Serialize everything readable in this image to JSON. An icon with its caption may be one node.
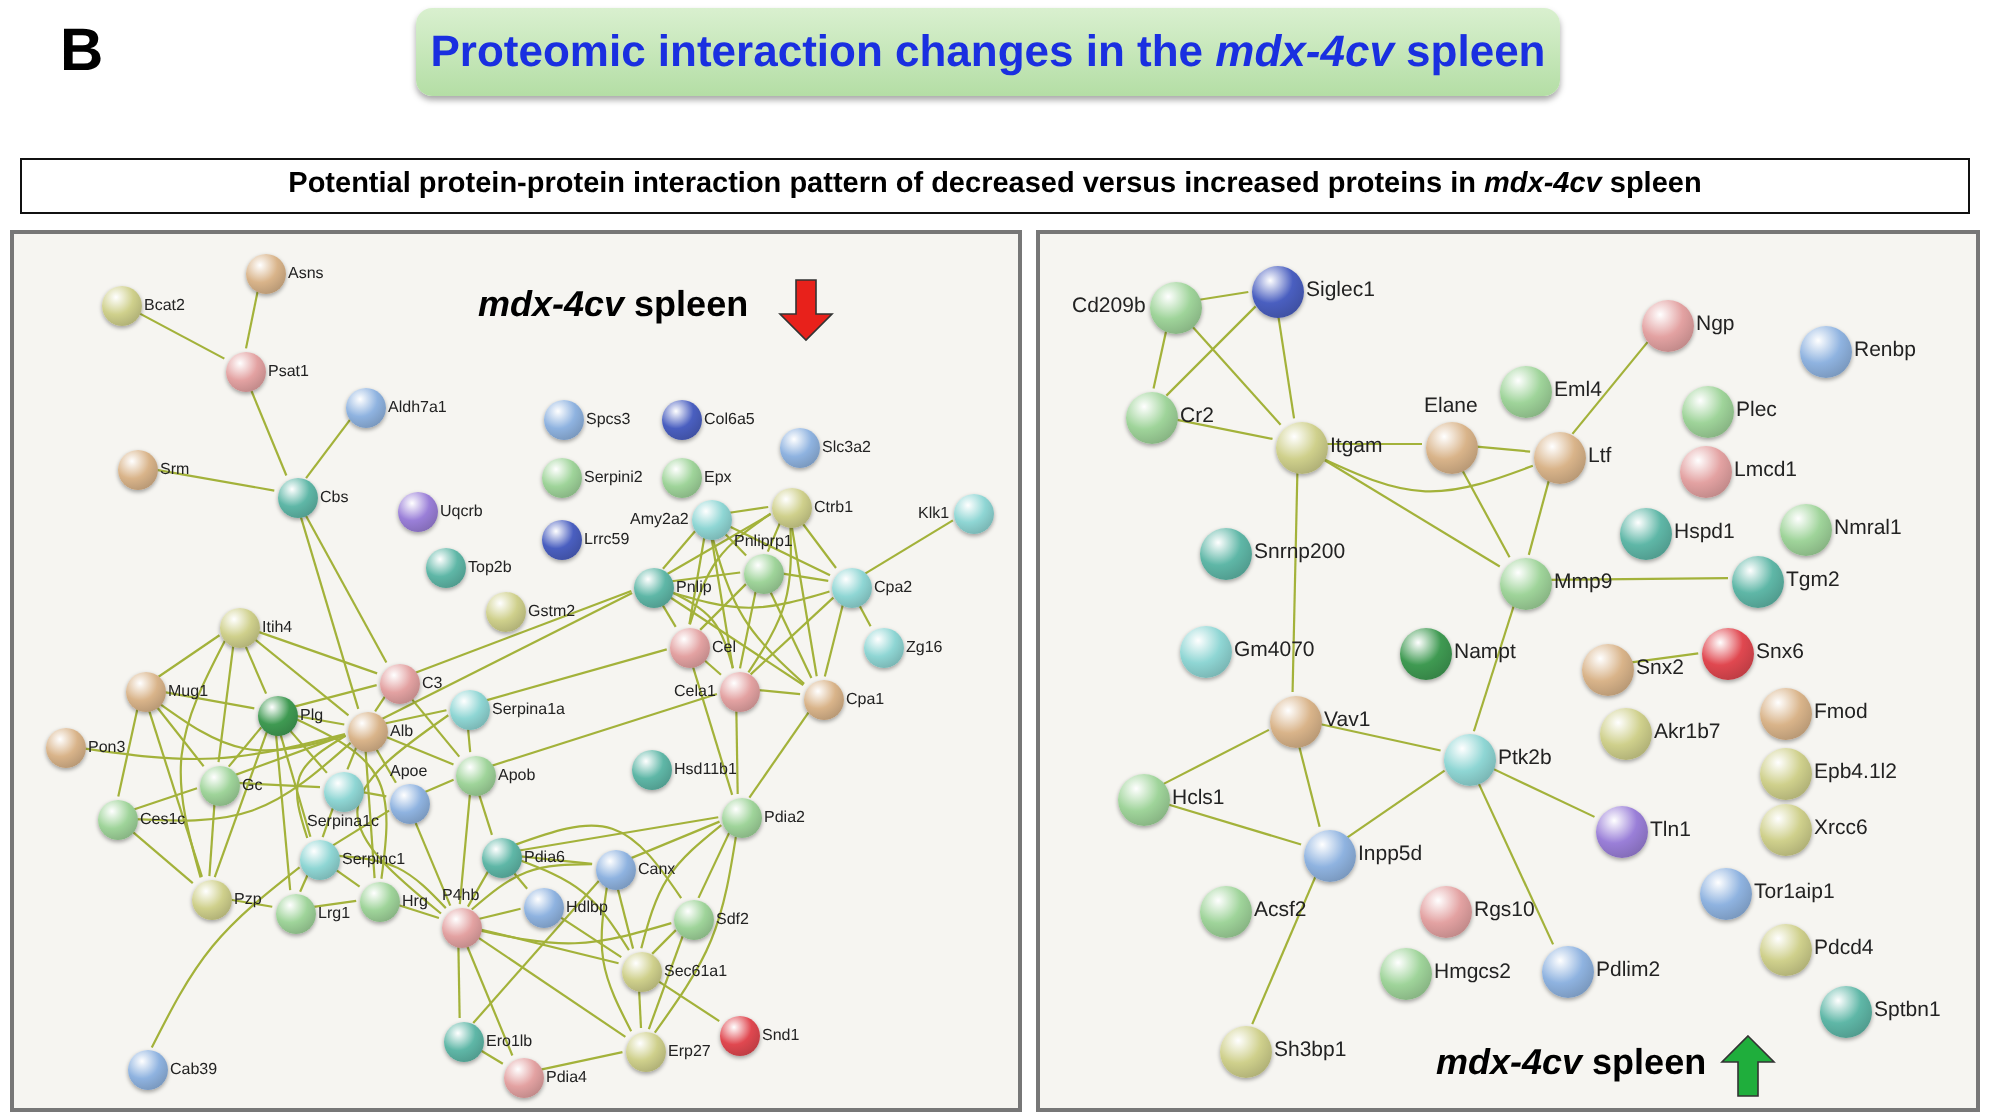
{
  "diagram": {
    "title": "Proteomic interaction changes in the *mdx-4cv* spleen",
    "nodes": [
      {
        "text": [
          "Potential protein-protein interaction pattern of decreased versus increased proteins in *mdx-4cv* spleen"
        ]
      },
      {
        "text": [
          "*mdx-4cv* spleen"
        ]
      },
      {
        "text": [
          "Bcat2"
        ],
        "in": 1
      },
      {
        "text": [
          "Asns"
        ],
        "in": 1
      },
      {
        "text": [
          "Psat1"
        ],
        "in": 1
      },
      {
        "text": [
          "Aldh7a1"
        ],
        "in": 1
      },
      {
        "text": [
          "Srm"
        ],
        "in": 1
      },
      {
        "text": [
          "Cbs"
        ],
        "in": 1
      },
      {
        "text": [
          "Uqcrb"
        ],
        "in": 1
      },
      {
        "text": [
          "Top2b"
        ],
        "in": 1
      },
      {
        "text": [
          "Spcs3"
        ],
        "in": 1
      },
      {
        "text": [
          "Col6a5"
        ],
        "in": 1
      },
      {
        "text": [
          "Serpini2"
        ],
        "in": 1
      },
      {
        "text": [
          "Epx"
        ],
        "in": 1
      },
      {
        "text": [
          "Slc3a2"
        ],
        "in": 1
      },
      {
        "text": [
          "Lrrc59"
        ],
        "in": 1
      },
      {
        "text": [
          "Amy2a2"
        ],
        "in": 1
      },
      {
        "text": [
          "Ctrb1"
        ],
        "in": 1
      },
      {
        "text": [
          "Klk1"
        ],
        "in": 1
      },
      {
        "text": [
          "Pnlip"
        ],
        "in": 1
      },
      {
        "text": [
          "Pnliprp1"
        ],
        "in": 1
      },
      {
        "text": [
          "Cpa2"
        ],
        "in": 1
      },
      {
        "text": [
          "Gstm2"
        ],
        "in": 1
      },
      {
        "text": [
          "Itih4"
        ],
        "in": 1
      },
      {
        "text": [
          "Zg16"
        ],
        "in": 1
      },
      {
        "text": [
          "Cel"
        ],
        "in": 1
      },
      {
        "text": [
          "Cela1"
        ],
        "in": 1
      },
      {
        "text": [
          "Cpa1"
        ],
        "in": 1
      },
      {
        "text": [
          "C3"
        ],
        "in": 1
      },
      {
        "text": [
          "Mug1"
        ],
        "in": 1
      },
      {
        "text": [
          "Plg"
        ],
        "in": 1
      },
      {
        "text": [
          "Alb"
        ],
        "in": 1
      },
      {
        "text": [
          "Serpina1a"
        ],
        "in": 1
      },
      {
        "text": [
          "Pon3"
        ],
        "in": 1
      },
      {
        "text": [
          "Apob"
        ],
        "in": 1
      },
      {
        "text": [
          "Gc"
        ],
        "in": 1
      },
      {
        "text": [
          "Hsd11b1"
        ],
        "in": 1
      },
      {
        "text": [
          "Serpina1c"
        ],
        "in": 1
      },
      {
        "text": [
          "Apoe"
        ],
        "in": 1
      },
      {
        "text": [
          "Ces1c"
        ],
        "in": 1
      },
      {
        "text": [
          "Pdia2"
        ],
        "in": 1
      },
      {
        "text": [
          "Serpinc1"
        ],
        "in": 1
      },
      {
        "text": [
          "Pdia6"
        ],
        "in": 1
      },
      {
        "text": [
          "Canx"
        ],
        "in": 1
      },
      {
        "text": [
          "Pzp"
        ],
        "in": 1
      },
      {
        "text": [
          "Lrg1"
        ],
        "in": 1
      },
      {
        "text": [
          "Hrg"
        ],
        "in": 1
      },
      {
        "text": [
          "Hdlbp"
        ],
        "in": 1
      },
      {
        "text": [
          "P4hb"
        ],
        "in": 1
      },
      {
        "text": [
          "Sdf2"
        ],
        "in": 1
      },
      {
        "text": [
          "Sec61a1"
        ],
        "in": 1
      },
      {
        "text": [
          "Snd1"
        ],
        "in": 1
      },
      {
        "text": [
          "Ero1lb"
        ],
        "in": 1
      },
      {
        "text": [
          "Erp27"
        ],
        "in": 1
      },
      {
        "text": [
          "Cab39"
        ],
        "in": 1
      },
      {
        "text": [
          "Pdia4"
        ],
        "in": 1
      },
      {
        "text": [
          "*mdx-4cv* spleen"
        ]
      },
      {
        "text": [
          "Cd209b"
        ],
        "in": 56
      },
      {
        "text": [
          "Siglec1"
        ],
        "in": 56
      },
      {
        "text": [
          "Cr2"
        ],
        "in": 56
      },
      {
        "text": [
          "Itgam"
        ],
        "in": 56
      },
      {
        "text": [
          "Elane"
        ],
        "in": 56
      },
      {
        "text": [
          "Eml4"
        ],
        "in": 56
      },
      {
        "text": [
          "Ltf"
        ],
        "in": 56
      },
      {
        "text": [
          "Ngp"
        ],
        "in": 56
      },
      {
        "text": [
          "Renbp"
        ],
        "in": 56
      },
      {
        "text": [
          "Plec"
        ],
        "in": 56
      },
      {
        "text": [
          "Lmcd1"
        ],
        "in": 56
      },
      {
        "text": [
          "Hspd1"
        ],
        "in": 56
      },
      {
        "text": [
          "Nmral1"
        ],
        "in": 56
      },
      {
        "text": [
          "Tgm2"
        ],
        "in": 56
      },
      {
        "text": [
          "Mmp9"
        ],
        "in": 56
      },
      {
        "text": [
          "Snrnp200"
        ],
        "in": 56
      },
      {
        "text": [
          "Gm4070"
        ],
        "in": 56
      },
      {
        "text": [
          "Nampt"
        ],
        "in": 56
      },
      {
        "text": [
          "Vav1"
        ],
        "in": 56
      },
      {
        "text": [
          "Ptk2b"
        ],
        "in": 56
      },
      {
        "text": [
          "Snx2"
        ],
        "in": 56
      },
      {
        "text": [
          "Snx6"
        ],
        "in": 56
      },
      {
        "text": [
          "Akr1b7"
        ],
        "in": 56
      },
      {
        "text": [
          "Fmod"
        ],
        "in": 56
      },
      {
        "text": [
          "Epb4.1l2"
        ],
        "in": 56
      },
      {
        "text": [
          "Xrcc6"
        ],
        "in": 56
      },
      {
        "text": [
          "Tor1aip1"
        ],
        "in": 56
      },
      {
        "text": [
          "Tln1"
        ],
        "in": 56
      },
      {
        "text": [
          "Hcls1"
        ],
        "in": 56
      },
      {
        "text": [
          "Inpp5d"
        ],
        "in": 56
      },
      {
        "text": [
          "Acsf2"
        ],
        "in": 56
      },
      {
        "text": [
          "Rgs10"
        ],
        "in": 56
      },
      {
        "text": [
          "Hmgcs2"
        ],
        "in": 56
      },
      {
        "text": [
          "Pdlim2"
        ],
        "in": 56
      },
      {
        "text": [
          "Pdcd4"
        ],
        "in": 56
      },
      {
        "text": [
          "Sptbn1"
        ],
        "in": 56
      },
      {
        "text": [
          "Sh3bp1"
        ],
        "in": 56
      }
    ],
    "edges": [
      {
        "from": 2,
        "to": 4,
        "arrow": "none"
      },
      {
        "from": 3,
        "to": 4,
        "arrow": "none"
      },
      {
        "from": 4,
        "to": 7,
        "arrow": "none"
      },
      {
        "from": 5,
        "to": 7,
        "arrow": "none"
      },
      {
        "from": 6,
        "to": 7,
        "arrow": "none"
      },
      {
        "from": 7,
        "to": 31,
        "arrow": "none"
      },
      {
        "from": 7,
        "to": 28,
        "arrow": "none"
      },
      {
        "from": 16,
        "to": 17,
        "arrow": "none"
      },
      {
        "from": 16,
        "to": 19,
        "arrow": "none"
      },
      {
        "from": 16,
        "to": 20,
        "arrow": "none"
      },
      {
        "from": 16,
        "to": 21,
        "arrow": "none"
      },
      {
        "from": 16,
        "to": 25,
        "arrow": "none"
      },
      {
        "from": 16,
        "to": 26,
        "arrow": "none"
      },
      {
        "from": 16,
        "to": 27,
        "arrow": "none"
      },
      {
        "from": 17,
        "to": 19,
        "arrow": "none"
      },
      {
        "from": 17,
        "to": 20,
        "arrow": "none"
      },
      {
        "from": 17,
        "to": 21,
        "arrow": "none"
      },
      {
        "from": 17,
        "to": 25,
        "arrow": "none"
      },
      {
        "from": 17,
        "to": 26,
        "arrow": "none"
      },
      {
        "from": 17,
        "to": 27,
        "arrow": "none"
      },
      {
        "from": 19,
        "to": 20,
        "arrow": "none"
      },
      {
        "from": 19,
        "to": 21,
        "arrow": "none"
      },
      {
        "from": 19,
        "to": 25,
        "arrow": "none"
      },
      {
        "from": 19,
        "to": 26,
        "arrow": "none"
      },
      {
        "from": 19,
        "to": 27,
        "arrow": "none"
      },
      {
        "from": 20,
        "to": 21,
        "arrow": "none"
      },
      {
        "from": 20,
        "to": 25,
        "arrow": "none"
      },
      {
        "from": 20,
        "to": 26,
        "arrow": "none"
      },
      {
        "from": 20,
        "to": 27,
        "arrow": "none"
      },
      {
        "from": 21,
        "to": 24,
        "arrow": "none"
      },
      {
        "from": 21,
        "to": 26,
        "arrow": "none"
      },
      {
        "from": 21,
        "to": 27,
        "arrow": "none"
      },
      {
        "from": 18,
        "to": 21,
        "arrow": "none"
      },
      {
        "from": 25,
        "to": 26,
        "arrow": "none"
      },
      {
        "from": 26,
        "to": 27,
        "arrow": "none"
      },
      {
        "from": 19,
        "to": 31,
        "arrow": "none"
      },
      {
        "from": 19,
        "to": 28,
        "arrow": "none"
      },
      {
        "from": 25,
        "to": 32,
        "arrow": "none"
      },
      {
        "from": 26,
        "to": 34,
        "arrow": "none"
      },
      {
        "from": 25,
        "to": 40,
        "arrow": "none"
      },
      {
        "from": 26,
        "to": 40,
        "arrow": "none"
      },
      {
        "from": 27,
        "to": 40,
        "arrow": "none"
      },
      {
        "from": 40,
        "to": 42,
        "arrow": "none"
      },
      {
        "from": 40,
        "to": 43,
        "arrow": "none"
      },
      {
        "from": 40,
        "to": 49,
        "arrow": "none"
      },
      {
        "from": 40,
        "to": 50,
        "arrow": "none"
      },
      {
        "from": 40,
        "to": 53,
        "arrow": "none"
      },
      {
        "from": 48,
        "to": 42,
        "arrow": "none"
      },
      {
        "from": 48,
        "to": 47,
        "arrow": "none"
      },
      {
        "from": 48,
        "to": 43,
        "arrow": "none"
      },
      {
        "from": 48,
        "to": 49,
        "arrow": "none"
      },
      {
        "from": 48,
        "to": 50,
        "arrow": "none"
      },
      {
        "from": 48,
        "to": 53,
        "arrow": "none"
      },
      {
        "from": 48,
        "to": 52,
        "arrow": "none"
      },
      {
        "from": 48,
        "to": 55,
        "arrow": "none"
      },
      {
        "from": 42,
        "to": 43,
        "arrow": "none"
      },
      {
        "from": 42,
        "to": 49,
        "arrow": "none"
      },
      {
        "from": 42,
        "to": 50,
        "arrow": "none"
      },
      {
        "from": 42,
        "to": 47,
        "arrow": "none"
      },
      {
        "from": 43,
        "to": 50,
        "arrow": "none"
      },
      {
        "from": 43,
        "to": 53,
        "arrow": "none"
      },
      {
        "from": 47,
        "to": 50,
        "arrow": "none"
      },
      {
        "from": 49,
        "to": 50,
        "arrow": "none"
      },
      {
        "from": 50,
        "to": 51,
        "arrow": "none"
      },
      {
        "from": 50,
        "to": 53,
        "arrow": "none"
      },
      {
        "from": 52,
        "to": 55,
        "arrow": "none"
      },
      {
        "from": 53,
        "to": 55,
        "arrow": "none"
      },
      {
        "from": 52,
        "to": 43,
        "arrow": "none"
      },
      {
        "from": 49,
        "to": 53,
        "arrow": "none"
      },
      {
        "from": 23,
        "to": 29,
        "arrow": "none"
      },
      {
        "from": 23,
        "to": 30,
        "arrow": "none"
      },
      {
        "from": 23,
        "to": 31,
        "arrow": "none"
      },
      {
        "from": 23,
        "to": 28,
        "arrow": "none"
      },
      {
        "from": 23,
        "to": 35,
        "arrow": "none"
      },
      {
        "from": 23,
        "to": 44,
        "arrow": "none"
      },
      {
        "from": 29,
        "to": 30,
        "arrow": "none"
      },
      {
        "from": 29,
        "to": 31,
        "arrow": "none"
      },
      {
        "from": 29,
        "to": 39,
        "arrow": "none"
      },
      {
        "from": 29,
        "to": 44,
        "arrow": "none"
      },
      {
        "from": 29,
        "to": 35,
        "arrow": "none"
      },
      {
        "from": 30,
        "to": 31,
        "arrow": "none"
      },
      {
        "from": 30,
        "to": 28,
        "arrow": "none"
      },
      {
        "from": 30,
        "to": 35,
        "arrow": "none"
      },
      {
        "from": 30,
        "to": 37,
        "arrow": "none"
      },
      {
        "from": 30,
        "to": 41,
        "arrow": "none"
      },
      {
        "from": 30,
        "to": 44,
        "arrow": "none"
      },
      {
        "from": 30,
        "to": 45,
        "arrow": "none"
      },
      {
        "from": 30,
        "to": 46,
        "arrow": "none"
      },
      {
        "from": 31,
        "to": 28,
        "arrow": "none"
      },
      {
        "from": 31,
        "to": 32,
        "arrow": "none"
      },
      {
        "from": 31,
        "to": 34,
        "arrow": "none"
      },
      {
        "from": 31,
        "to": 37,
        "arrow": "none"
      },
      {
        "from": 31,
        "to": 38,
        "arrow": "none"
      },
      {
        "from": 31,
        "to": 41,
        "arrow": "none"
      },
      {
        "from": 31,
        "to": 35,
        "arrow": "none"
      },
      {
        "from": 31,
        "to": 46,
        "arrow": "none"
      },
      {
        "from": 33,
        "to": 31,
        "arrow": "none"
      },
      {
        "from": 35,
        "to": 39,
        "arrow": "none"
      },
      {
        "from": 35,
        "to": 37,
        "arrow": "none"
      },
      {
        "from": 35,
        "to": 44,
        "arrow": "none"
      },
      {
        "from": 39,
        "to": 44,
        "arrow": "none"
      },
      {
        "from": 39,
        "to": 31,
        "arrow": "none"
      },
      {
        "from": 37,
        "to": 38,
        "arrow": "none"
      },
      {
        "from": 37,
        "to": 41,
        "arrow": "none"
      },
      {
        "from": 38,
        "to": 34,
        "arrow": "none"
      },
      {
        "from": 38,
        "to": 41,
        "arrow": "none"
      },
      {
        "from": 41,
        "to": 45,
        "arrow": "none"
      },
      {
        "from": 41,
        "to": 46,
        "arrow": "none"
      },
      {
        "from": 44,
        "to": 45,
        "arrow": "none"
      },
      {
        "from": 45,
        "to": 46,
        "arrow": "none"
      },
      {
        "from": 34,
        "to": 48,
        "arrow": "none"
      },
      {
        "from": 34,
        "to": 42,
        "arrow": "none"
      },
      {
        "from": 38,
        "to": 48,
        "arrow": "none"
      },
      {
        "from": 41,
        "to": 48,
        "arrow": "none"
      },
      {
        "from": 46,
        "to": 48,
        "arrow": "none"
      },
      {
        "from": 32,
        "to": 48,
        "arrow": "none"
      },
      {
        "from": 28,
        "to": 34,
        "arrow": "none"
      },
      {
        "from": 32,
        "to": 34,
        "arrow": "none"
      },
      {
        "from": 54,
        "to": 41,
        "arrow": "none"
      },
      {
        "from": 57,
        "to": 58,
        "arrow": "none"
      },
      {
        "from": 57,
        "to": 59,
        "arrow": "none"
      },
      {
        "from": 58,
        "to": 59,
        "arrow": "none"
      },
      {
        "from": 57,
        "to": 60,
        "arrow": "none"
      },
      {
        "from": 58,
        "to": 60,
        "arrow": "none"
      },
      {
        "from": 59,
        "to": 60,
        "arrow": "none"
      },
      {
        "from": 60,
        "to": 61,
        "arrow": "none"
      },
      {
        "from": 60,
        "to": 63,
        "arrow": "none"
      },
      {
        "from": 60,
        "to": 71,
        "arrow": "none"
      },
      {
        "from": 61,
        "to": 63,
        "arrow": "none"
      },
      {
        "from": 61,
        "to": 71,
        "arrow": "none"
      },
      {
        "from": 63,
        "to": 71,
        "arrow": "none"
      },
      {
        "from": 63,
        "to": 64,
        "arrow": "none"
      },
      {
        "from": 71,
        "to": 70,
        "arrow": "none"
      },
      {
        "from": 71,
        "to": 76,
        "arrow": "none"
      },
      {
        "from": 60,
        "to": 75,
        "arrow": "none"
      },
      {
        "from": 75,
        "to": 76,
        "arrow": "none"
      },
      {
        "from": 75,
        "to": 85,
        "arrow": "none"
      },
      {
        "from": 75,
        "to": 86,
        "arrow": "none"
      },
      {
        "from": 85,
        "to": 86,
        "arrow": "none"
      },
      {
        "from": 86,
        "to": 76,
        "arrow": "none"
      },
      {
        "from": 86,
        "to": 93,
        "arrow": "none"
      },
      {
        "from": 76,
        "to": 84,
        "arrow": "none"
      },
      {
        "from": 76,
        "to": 90,
        "arrow": "none"
      },
      {
        "from": 77,
        "to": 78,
        "arrow": "none"
      }
    ],
    "labels": [
      "B"
    ]
  }
}
